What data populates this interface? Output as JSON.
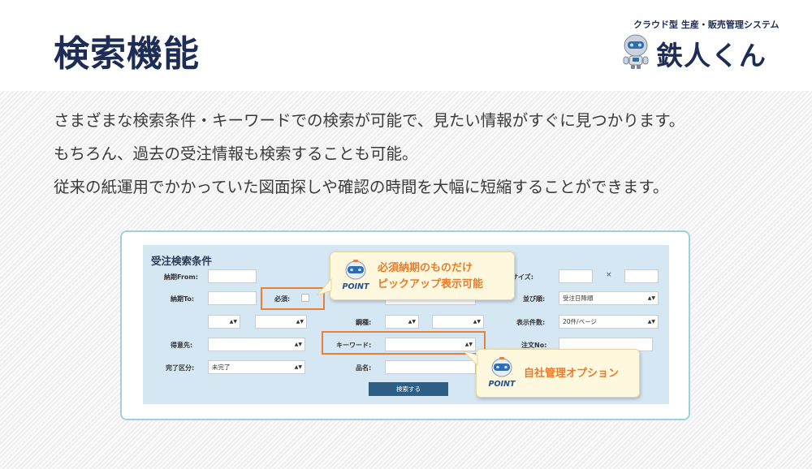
{
  "header": {
    "title": "検索機能"
  },
  "brand": {
    "tagline": "クラウド型 生産・販売管理システム",
    "name": "鉄人くん",
    "mascot_icon": "robot-mascot-icon"
  },
  "intro": {
    "lines": [
      "さまざまな検索条件・キーワードでの検索が可能で、見たい情報がすぐに見つかります。",
      "もちろん、過去の受注情報も検索することも可能。",
      "従来の紙運用でかかっていた図面探しや確認の時間を大幅に短縮することができます。"
    ]
  },
  "search_form": {
    "title": "受注検索条件",
    "labels": {
      "delivery_from": "納期From:",
      "delivery_to": "納期To:",
      "required": "必須:",
      "size": "サイズ:",
      "size_separator": "×",
      "sort_order": "並び順:",
      "steel_type": "鋼種:",
      "display_count": "表示件数:",
      "customer": "得意先:",
      "keyword": "キーワード:",
      "order_no": "注文No:",
      "completion": "完了区分:",
      "product_name": "品名:"
    },
    "values": {
      "sort_order": "受注日降順",
      "display_count": "20件/ページ",
      "completion": "未完了"
    },
    "search_button": "検索する"
  },
  "callouts": {
    "point_label": "POINT",
    "required_date": {
      "line1": "必須納期のものだけ",
      "line2": "ピックアップ表示可能"
    },
    "keyword_option": {
      "line1": "自社管理オプション"
    }
  },
  "colors": {
    "title": "#1e2d55",
    "accent_orange": "#e6813a",
    "callout_text": "#ea7b2a",
    "panel_bg": "#d6e7f4",
    "frame_border": "#9ed0e2",
    "button_bg": "#2d5e85",
    "point_blue": "#1f4e92"
  }
}
